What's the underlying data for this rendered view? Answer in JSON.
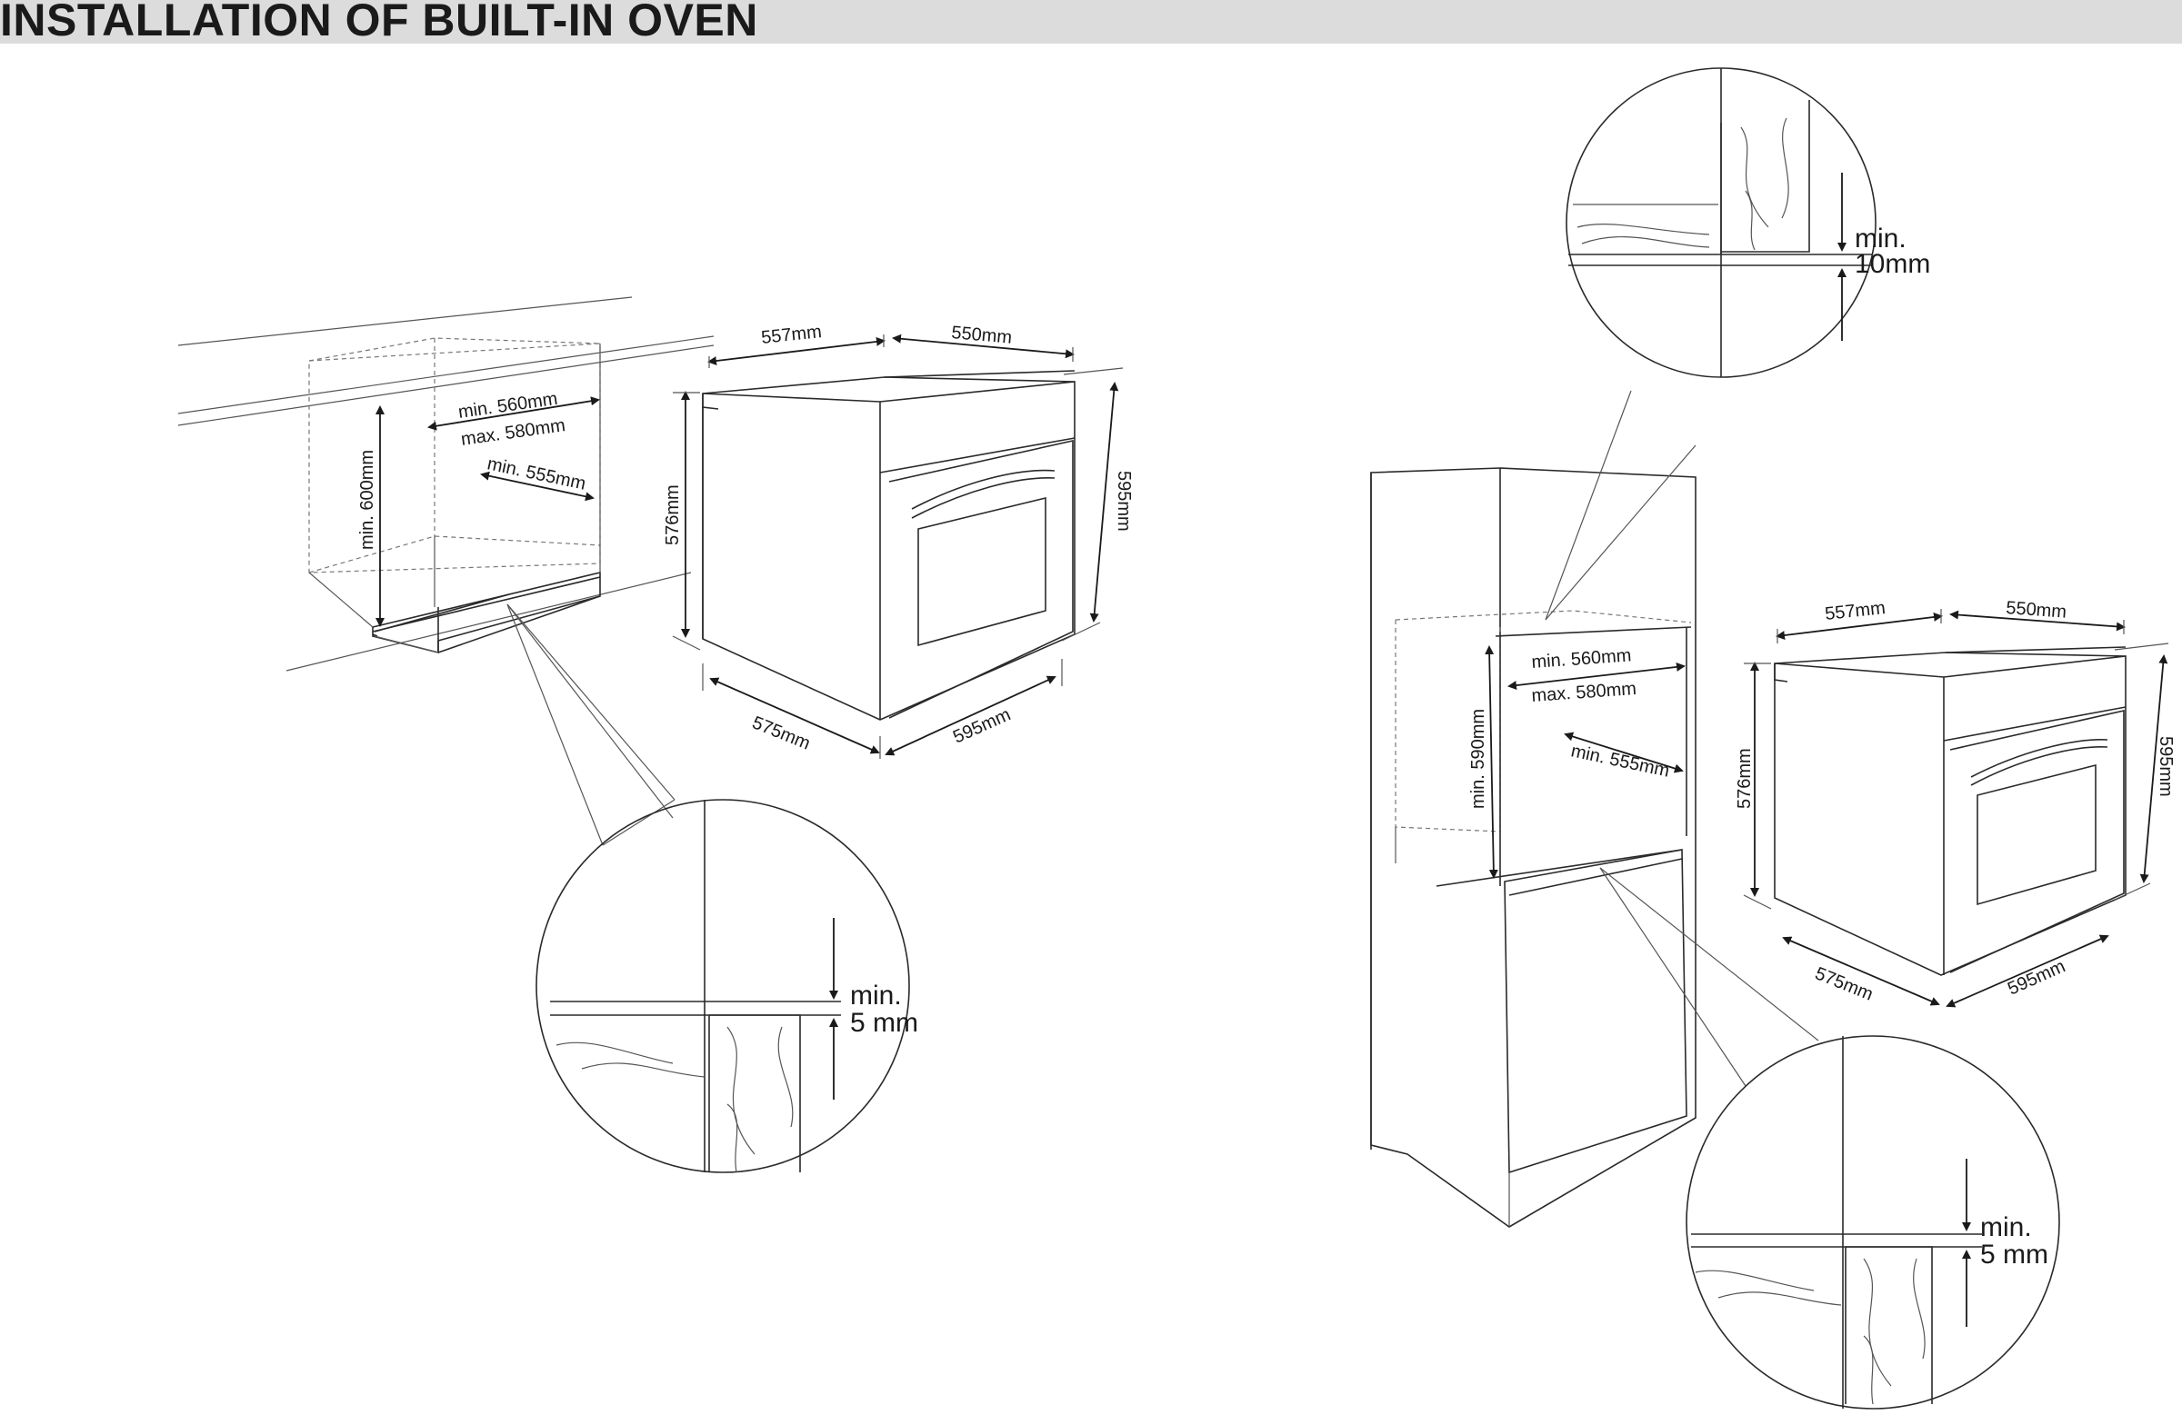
{
  "header": {
    "title": "INSTALLATION OF BUILT-IN OVEN"
  },
  "labels": {
    "depth_557": "557mm",
    "width_550": "550mm",
    "height_576": "576mm",
    "height_595": "595mm",
    "depth_575": "575mm",
    "width_595": "595mm",
    "niche_min_560": "min. 560mm",
    "niche_max_580": "max. 580mm",
    "niche_min_555": "min. 555mm",
    "niche_min_600": "min. 600mm",
    "niche_min_590": "min. 590mm",
    "clearance_min": "min.",
    "clearance_5mm": "5 mm",
    "clearance_10mm": "10mm"
  }
}
